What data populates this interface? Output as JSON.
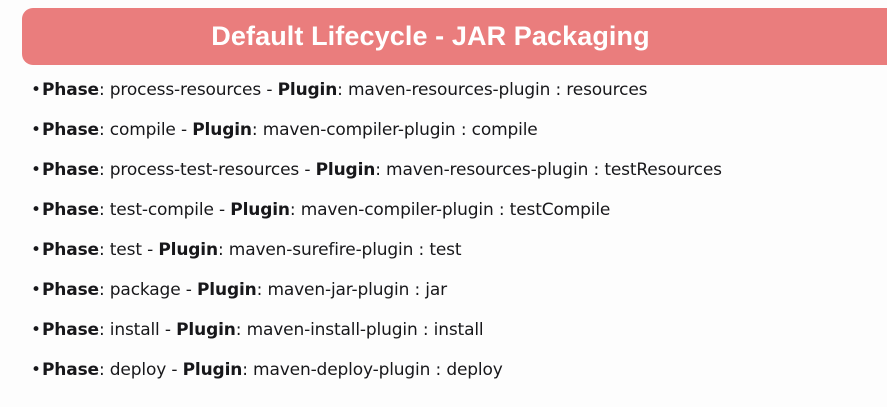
{
  "header": {
    "title": "Default Lifecycle - JAR Packaging",
    "background_color": "#ea7d7d",
    "text_color": "#ffffff"
  },
  "bullets": {
    "marker": "•",
    "phase_label": "Phase",
    "plugin_label": "Plugin",
    "separator_colon": ": ",
    "separator_dash": " - ",
    "items": [
      {
        "phase": "process-resources",
        "plugin": "maven-resources-plugin : resources"
      },
      {
        "phase": "compile",
        "plugin": "maven-compiler-plugin : compile"
      },
      {
        "phase": "process-test-resources",
        "plugin": "maven-resources-plugin : testResources"
      },
      {
        "phase": "test-compile",
        "plugin": "maven-compiler-plugin : testCompile"
      },
      {
        "phase": "test",
        "plugin": "maven-surefire-plugin : test"
      },
      {
        "phase": "package",
        "plugin": "maven-jar-plugin : jar"
      },
      {
        "phase": "install",
        "plugin": "maven-install-plugin : install"
      },
      {
        "phase": "deploy",
        "plugin": "maven-deploy-plugin : deploy"
      }
    ]
  },
  "page": {
    "background_color": "#fdfdfd",
    "body_text_color": "#17171a"
  }
}
